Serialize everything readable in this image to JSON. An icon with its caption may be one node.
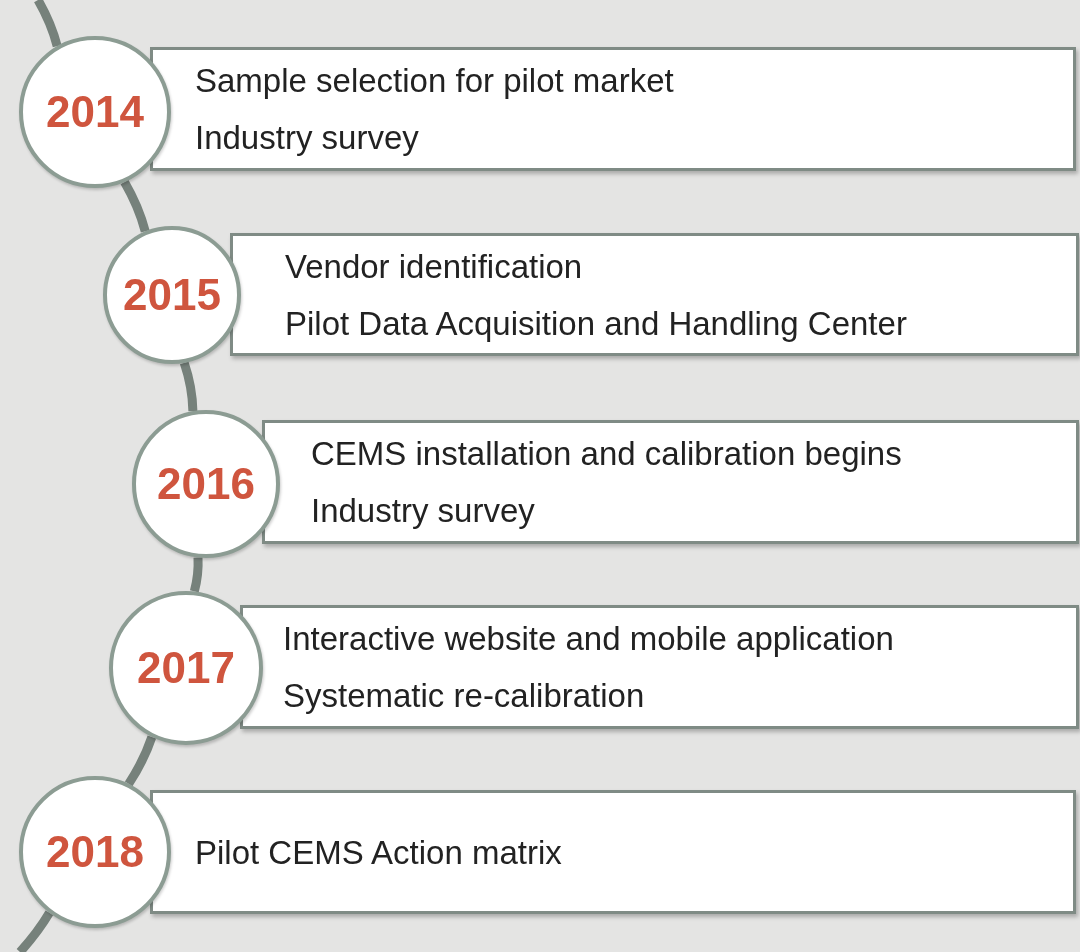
{
  "diagram": {
    "nodes": [
      {
        "text": [
          "2014"
        ]
      },
      {
        "text": [
          "Sample selection for pilot market",
          "Industry survey"
        ]
      },
      {
        "text": [
          "2015"
        ]
      },
      {
        "text": [
          "Vendor identification",
          "Pilot Data Acquisition and Handling Center"
        ]
      },
      {
        "text": [
          "2016"
        ]
      },
      {
        "text": [
          "CEMS installation and calibration begins",
          "Industry survey"
        ]
      },
      {
        "text": [
          "2017"
        ]
      },
      {
        "text": [
          "Interactive website and mobile application",
          "Systematic re-calibration"
        ]
      },
      {
        "text": [
          "2018"
        ]
      },
      {
        "text": [
          "Pilot CEMS Action matrix"
        ]
      }
    ],
    "edges": [
      {
        "from": null,
        "to": 0,
        "arrow": "none"
      },
      {
        "from": 0,
        "to": 2,
        "arrow": "none"
      },
      {
        "from": 2,
        "to": 4,
        "arrow": "none"
      },
      {
        "from": 4,
        "to": 6,
        "arrow": "none"
      },
      {
        "from": 6,
        "to": 8,
        "arrow": "none"
      },
      {
        "from": 8,
        "to": null,
        "arrow": "none"
      }
    ]
  }
}
